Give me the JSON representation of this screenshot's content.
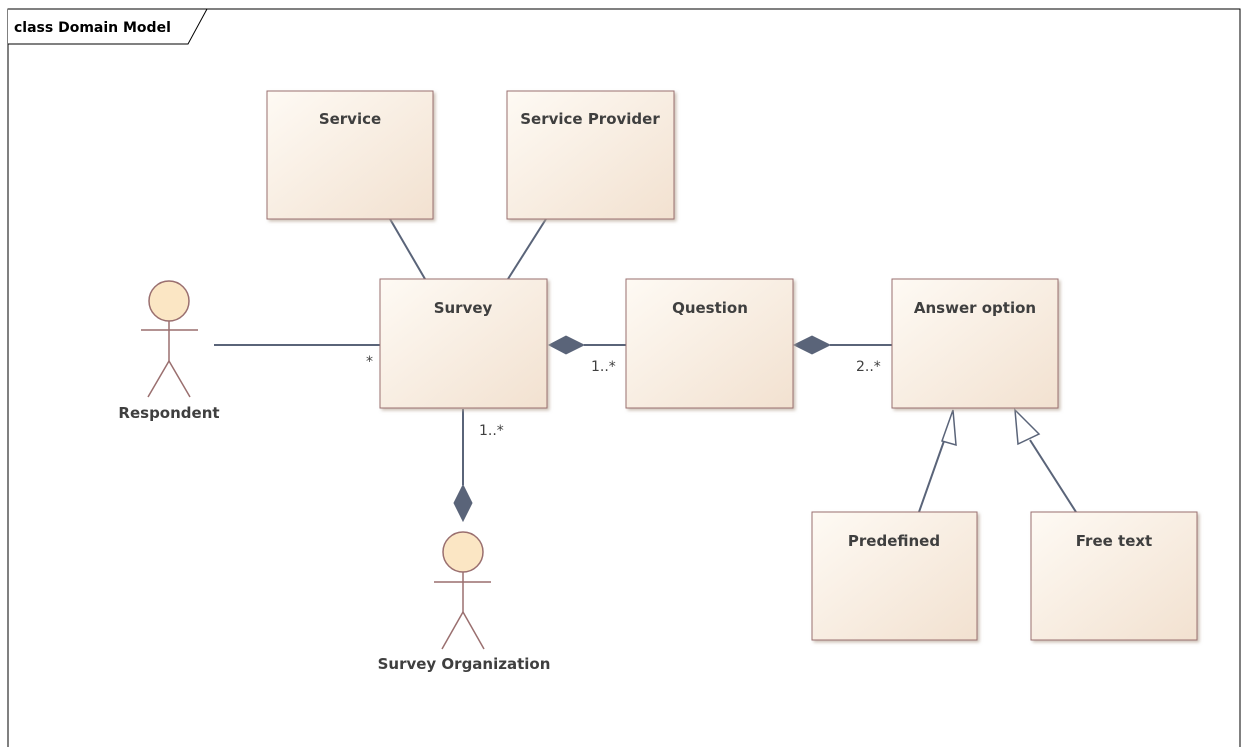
{
  "frame": {
    "title": "class Domain Model"
  },
  "classes": {
    "service": "Service",
    "service_provider": "Service Provider",
    "survey": "Survey",
    "question": "Question",
    "answer_option": "Answer option",
    "predefined": "Predefined",
    "free_text": "Free text"
  },
  "actors": {
    "respondent": "Respondent",
    "survey_organization": "Survey Organization"
  },
  "multiplicities": {
    "respondent_survey": "*",
    "survey_question": "1..*",
    "question_answer": "2..*",
    "survey_organization": "1..*"
  },
  "colors": {
    "class_fill_top": "#fdf6ee",
    "class_fill_bottom": "#f3e3d3",
    "class_border": "#9a6f6f",
    "connector": "#5a6479",
    "actor_head": "#fbe6c4"
  }
}
